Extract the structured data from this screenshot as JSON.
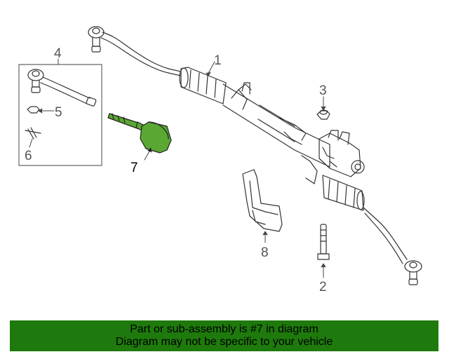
{
  "callouts": {
    "c1": "1",
    "c2": "2",
    "c3": "3",
    "c4": "4",
    "c5": "5",
    "c6": "6",
    "c7": "7",
    "c8": "8"
  },
  "highlight_color": "#5aa832",
  "banner": {
    "color": "#1e7a0c",
    "line1": "Part or sub-assembly is #7 in diagram",
    "line2": "Diagram may not be specific to your vehicle"
  }
}
